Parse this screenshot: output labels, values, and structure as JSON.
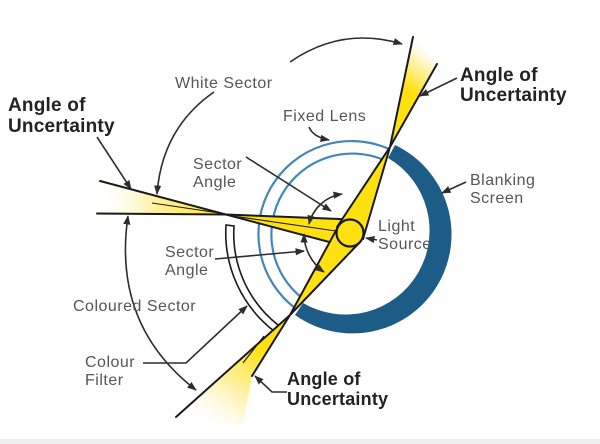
{
  "figure": {
    "type": "technical-diagram",
    "subject": "Sector light beam geometry showing angles of uncertainty"
  },
  "colors": {
    "bg": "#FFFFFF",
    "beam_yellow": "#FFE112",
    "beam_pale": "#FFF8CF",
    "lens_blue": "#4487B6",
    "blanking_blue": "#1E5C88",
    "outline_dark": "#1A1A1A",
    "pointer_dark": "#2E2D2C",
    "label_gray": "#55565A",
    "label_black": "#232124",
    "filter_white": "#FFFFFF",
    "footer_strip": "#EFEFEF"
  },
  "labels": {
    "aou_top_left": {
      "lines": [
        "Angle of",
        "Uncertainty"
      ]
    },
    "aou_top_right": {
      "lines": [
        "Angle of",
        "Uncertainty"
      ]
    },
    "aou_bottom": {
      "lines": [
        "Angle of",
        "Uncertainty"
      ]
    },
    "white_sector": "White Sector",
    "fixed_lens": "Fixed Lens",
    "sector_angle_upper": {
      "lines": [
        "Sector",
        "Angle"
      ]
    },
    "sector_angle_lower": {
      "lines": [
        "Sector",
        "Angle"
      ]
    },
    "light_source": {
      "lines": [
        "Light",
        "Source"
      ]
    },
    "blanking_screen": {
      "lines": [
        "Blanking",
        "Screen"
      ]
    },
    "coloured_sector": "Coloured Sector",
    "colour_filter": {
      "lines": [
        "Colour",
        "Filter"
      ]
    }
  }
}
